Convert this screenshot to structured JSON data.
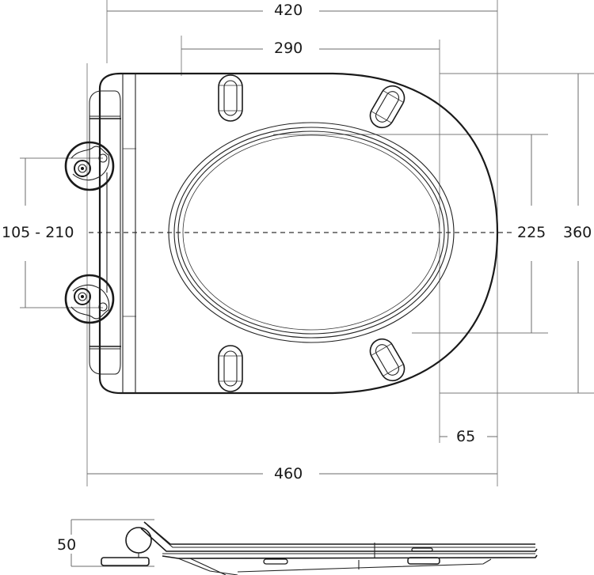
{
  "drawing": {
    "subject": "toilet seat dimension drawing",
    "units": "mm",
    "views": [
      "top view",
      "side view"
    ]
  },
  "dimensions": {
    "overall_width_top": "420",
    "opening_width": "290",
    "hinge_spacing": "105 - 210",
    "opening_length": "225",
    "overall_length": "360",
    "rear_offset": "65",
    "overall_width_bottom": "460",
    "height": "50"
  },
  "colors": {
    "line": "#1a1a1a",
    "dimension_line": "#6b6b6b",
    "background": "#ffffff"
  }
}
